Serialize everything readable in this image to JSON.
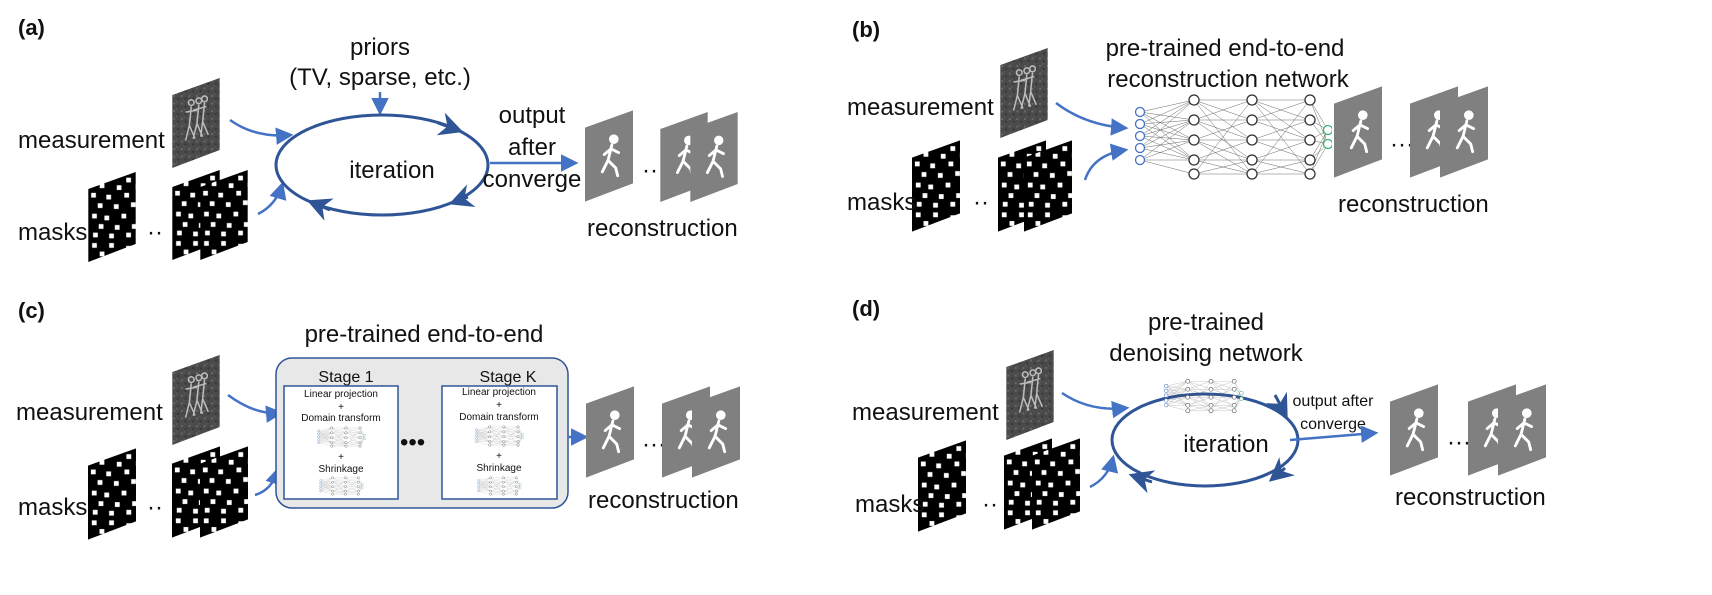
{
  "colors": {
    "arrow": "#4472C4",
    "loop": "#2F5597",
    "panel_gray": "#808080",
    "box_fill": "#E8E8E8",
    "box_stroke": "#2F5597"
  },
  "panels": {
    "a": {
      "label": "(a)",
      "priors_line1": "priors",
      "priors_line2": "(TV, sparse, etc.)",
      "measurement": "measurement",
      "masks": "masks",
      "ellipsis": "··",
      "iteration": "iteration",
      "output_line1": "output",
      "output_line2": "after",
      "output_line3": "converge",
      "recon_ellipsis": "···",
      "reconstruction": "reconstruction"
    },
    "b": {
      "label": "(b)",
      "title_line1": "pre-trained end-to-end",
      "title_line2": "reconstruction network",
      "measurement": "measurement",
      "masks": "masks",
      "ellipsis": "··",
      "recon_ellipsis": "···",
      "reconstruction": "reconstruction"
    },
    "c": {
      "label": "(c)",
      "title": "pre-trained end-to-end",
      "measurement": "measurement",
      "masks": "masks",
      "ellipsis": "··",
      "stage1": "Stage 1",
      "stageK": "Stage K",
      "linear_projection": "Linear projection",
      "plus": "+",
      "domain_transform": "Domain transform",
      "shrinkage": "Shrinkage",
      "stage_dots": "•••",
      "recon_ellipsis": "···",
      "reconstruction": "reconstruction"
    },
    "d": {
      "label": "(d)",
      "title_line1": "pre-trained",
      "title_line2": "denoising network",
      "measurement": "measurement",
      "masks": "masks",
      "ellipsis": "··",
      "iteration": "iteration",
      "output_line1": "output after",
      "output_line2": "converge",
      "recon_ellipsis": "···",
      "reconstruction": "reconstruction"
    }
  }
}
